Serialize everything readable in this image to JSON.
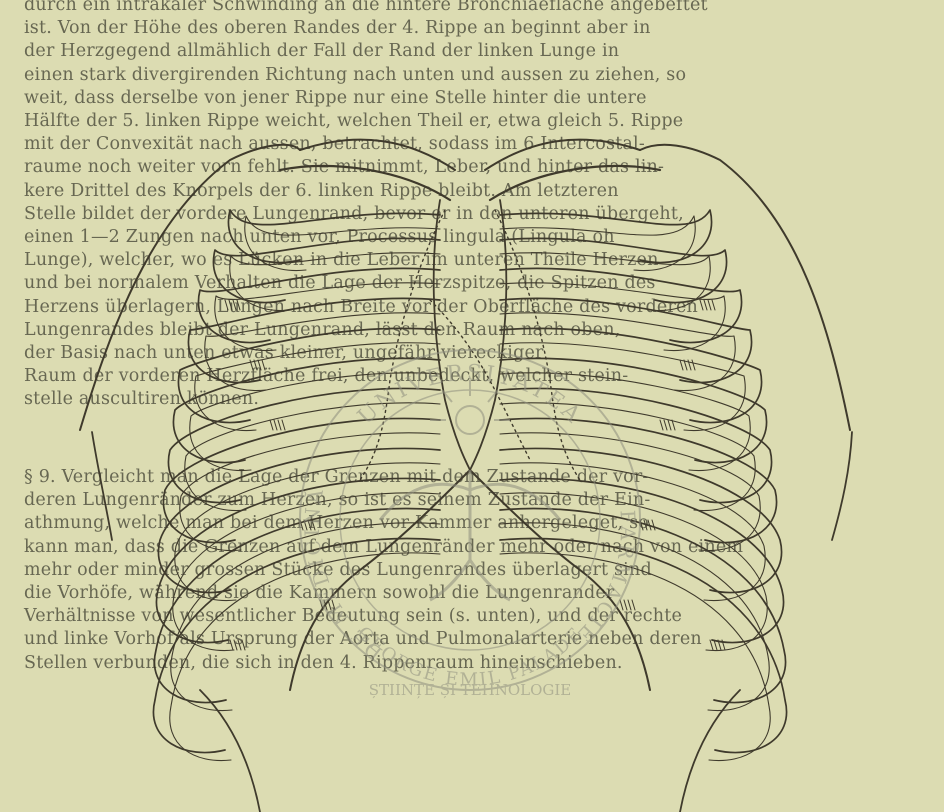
{
  "page": {
    "paragraph_1_lines": [
      "durch ein intrakaler Schwinding an die hintere Bronchiaefläche angebeftet",
      "ist. Von der Höhe des oberen Randes der 4. Rippe an beginnt aber in",
      "der Herzgegend allmählich der Fall der Rand der linken Lunge in",
      "einen stark divergirenden Richtung nach unten und aussen zu ziehen, so",
      "weit, dass derselbe von jener Rippe nur eine Stelle hinter die untere",
      "Hälfte der 5. linken Rippe weicht, welchen Theil er, etwa gleich 5. Rippe",
      "mit der Convexität nach aussen, betrachtet, sodass im 6 Intercostal-",
      "raume noch weiter vorn fehlt. Sie mitnimmt, Leber, und hinter das lin-",
      "kere Drittel des Knorpels der 6. linken Rippe bleibt. Am letzteren",
      "Stelle bildet der vordere Lungenrand, bevor er in den unteren übergeht,",
      "einen 1—2 Zungen nach unten vor, Processus lingula (Lingula oh",
      "Lunge), welcher, wo es Lücken in die Leber im unteren Theile Herzen",
      "und bei normalem Verhalten die Lage der Herzspitze, die Spitzen des",
      "Herzens überlagern, Lungen nach Breite vor der Oberfläche des vorderen",
      "Lungenrandes bleibt der Lungenrand, lässt den Raum nach oben,",
      "der Basis nach unten etwas kleiner, ungefähr viereckiger",
      "Raum der vorderen Herzfläche frei, den unbedeckt, welcher stein-",
      "stelle auscultiren können."
    ],
    "paragraph_2_lines": [
      "§ 9. Vergleicht man die Lage der Grenzen mit dem Zustande der vor-",
      "deren Lungenränder zum Herzen, so ist es seinem Zustande der Ein-",
      "athmung, welche man bei dem Herzen vor Kammer anhergeleget, so",
      "kann man, dass die Grenzen auf dem Lungenränder mehr oder nach von einem",
      "mehr oder minder grossen Stücke des Lungenrandes überlagert sind",
      "die Vorhöfe, während sie die Kammern sowohl die Lungenrander",
      "Verhältnisse von wesentlicher Bedeutung sein (s. unten), und der rechte",
      "und linke Vorhof als Ursprung der Aorta und Pulmonalarterie neben deren",
      "Stellen verbunden, die sich in den 4. Rippenraum hineinschieben."
    ],
    "watermark": {
      "arc_top": "UNIVERSITATEA",
      "arc_left": "DE MEDICINĂ",
      "arc_right": "FARMACIE",
      "arc_bottom": "GEORGE EMIL PALADE",
      "arc_bottom_2": "ȘTIINȚE ȘI TEHNOLOGIE",
      "ring_color": "#8f8f7f"
    },
    "ink_color": "#3f3a2c"
  }
}
